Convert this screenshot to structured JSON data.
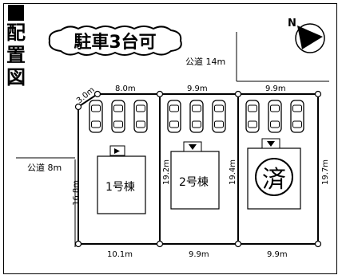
{
  "title": {
    "chars": [
      "配",
      "置",
      "図"
    ]
  },
  "capacity_note": "駐車3台可",
  "roads": {
    "north": "公道 14m",
    "west": "公道 8m"
  },
  "compass": {
    "label": "N"
  },
  "lots": [
    {
      "label": "1号棟",
      "frontage_top": "8.0m",
      "corner_cut": "3.0m",
      "depth_left": "16.8m",
      "width_bottom": "10.1m",
      "parking_spaces": 3,
      "sold": false
    },
    {
      "label": "2号棟",
      "frontage_top": "9.9m",
      "depth": "19.2m",
      "width_bottom": "9.9m",
      "parking_spaces": 3,
      "sold": false
    },
    {
      "label": "",
      "frontage_top": "9.9m",
      "depth": "19.4m",
      "depth_right": "19.7m",
      "width_bottom": "9.9m",
      "parking_spaces": 3,
      "sold": true,
      "sold_mark": "済"
    }
  ],
  "colors": {
    "line": "#000000",
    "background": "#ffffff"
  },
  "icons": [
    "compass-icon",
    "car-icon",
    "entrance-arrow-icon"
  ]
}
